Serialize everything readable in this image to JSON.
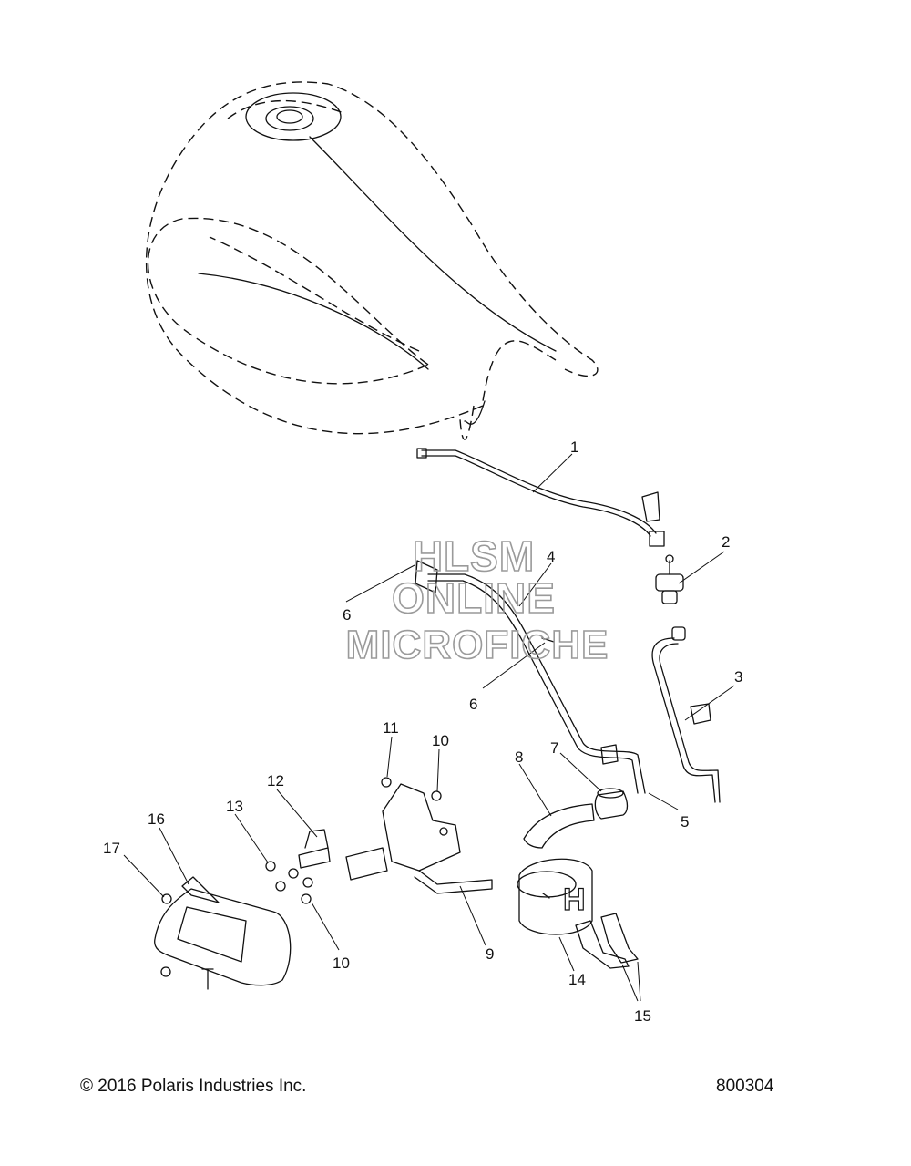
{
  "watermark": [
    "HLSM",
    "ONLINE",
    "MICROFICHE"
  ],
  "callouts": [
    {
      "label": "1"
    },
    {
      "label": "2"
    },
    {
      "label": "3"
    },
    {
      "label": "4"
    },
    {
      "label": "5"
    },
    {
      "label": "6"
    },
    {
      "label": "6"
    },
    {
      "label": "7"
    },
    {
      "label": "8"
    },
    {
      "label": "9"
    },
    {
      "label": "10"
    },
    {
      "label": "10"
    },
    {
      "label": "11"
    },
    {
      "label": "12"
    },
    {
      "label": "13"
    },
    {
      "label": "14"
    },
    {
      "label": "15"
    },
    {
      "label": "16"
    },
    {
      "label": "17"
    }
  ],
  "footer": {
    "copyright": "© 2016 Polaris Industries Inc.",
    "doc_number": "800304"
  }
}
